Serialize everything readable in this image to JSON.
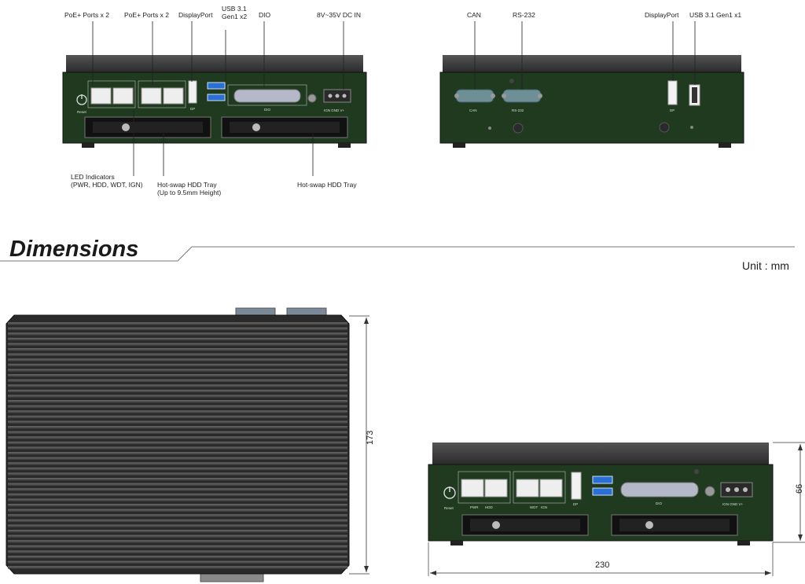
{
  "front_labels": {
    "poe1": "PoE+ Ports x 2",
    "poe2": "PoE+ Ports x 2",
    "dp": "DisplayPort",
    "usb_l1": "USB 3.1",
    "usb_l2": "Gen1 x2",
    "dio": "DIO",
    "dcin": "8V~35V DC IN",
    "led_l1": "LED Indicators",
    "led_l2": "(PWR, HDD, WDT, IGN)",
    "hdd1_l1": "Hot-swap HDD Tray",
    "hdd1_l2": "(Up to 9.5mm Height)",
    "hdd2": "Hot-swap HDD Tray"
  },
  "rear_labels": {
    "can": "CAN",
    "rs232": "RS-232",
    "dp": "DisplayPort",
    "usb": "USB 3.1 Gen1 x1"
  },
  "panel_text": {
    "dio": "DIO",
    "dp": "DP",
    "can": "CAN",
    "rs232": "RS-232",
    "terminal": "IGN GND V+",
    "reset": "Reset",
    "pwr": "PWR",
    "hdd": "HDD",
    "wdt": "WDT",
    "ign": "IGN"
  },
  "section": {
    "title": "Dimensions",
    "unit": "Unit : mm"
  },
  "dimensions": {
    "depth": "173",
    "height": "66",
    "width": "230"
  },
  "colors": {
    "panel_green": "#1f3a1f",
    "chassis_dark": "#3a3a3a",
    "fin_dark": "#2f2f2f",
    "usb_blue": "#2a6fd6"
  }
}
